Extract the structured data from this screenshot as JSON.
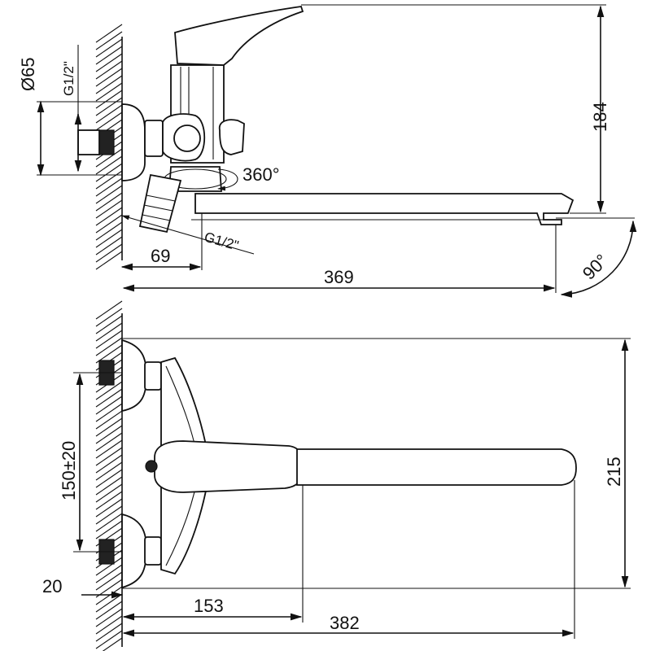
{
  "colors": {
    "line": "#111111",
    "background": "#ffffff",
    "solid": "#222222"
  },
  "side_view": {
    "dims": {
      "diameter": "Ø65",
      "thread_top": "G1/2\"",
      "height": "184",
      "rotation": "360°",
      "thread_bottom": "G1/2\"",
      "offset": "69",
      "length": "369",
      "swivel": "90°"
    }
  },
  "top_view": {
    "dims": {
      "centers": "150±20",
      "wall_gap": "20",
      "width": "215",
      "to_lever": "153",
      "total": "382"
    }
  }
}
